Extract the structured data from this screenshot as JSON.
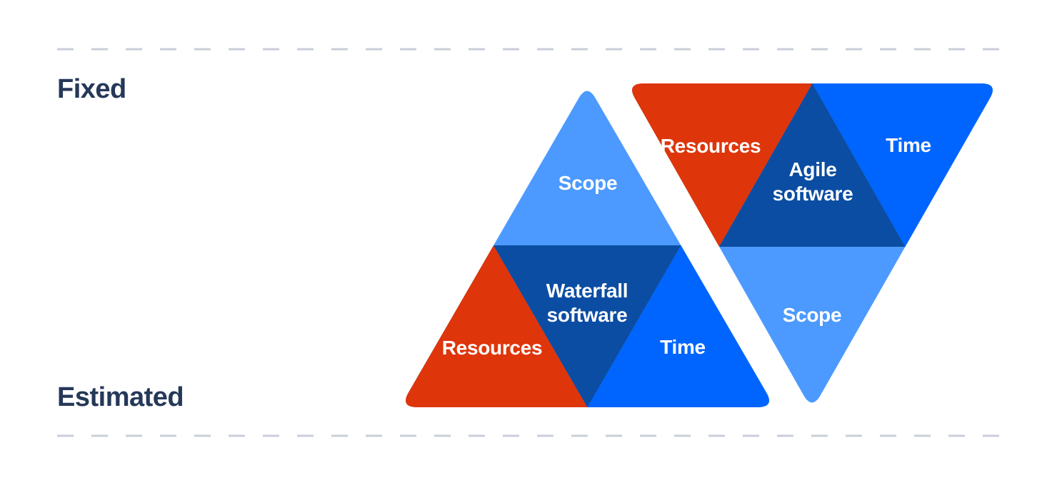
{
  "headings": {
    "top": "Fixed",
    "bottom": "Estimated"
  },
  "waterfall": {
    "core_label": "Waterfall\nsoftware",
    "scope_label": "Scope",
    "resources_label": "Resources",
    "time_label": "Time"
  },
  "agile": {
    "core_label": "Agile\nsoftware",
    "scope_label": "Scope",
    "resources_label": "Resources",
    "time_label": "Time"
  },
  "colors": {
    "scope": "#4C9AFF",
    "time": "#0065FF",
    "resources": "#DE350B",
    "core": "#0B4DA2",
    "label_text": "#FFFFFF",
    "heading_text": "#253858",
    "dash": "#C9CED8"
  }
}
